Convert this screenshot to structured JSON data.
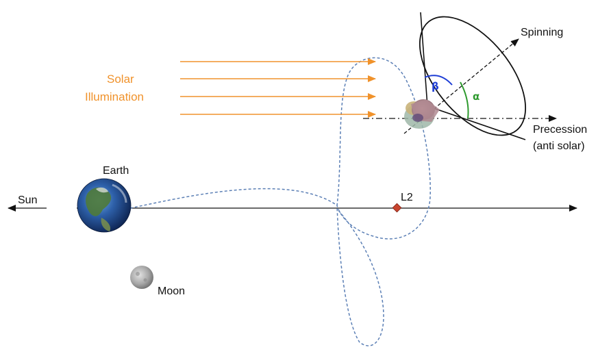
{
  "labels": {
    "sun": "Sun",
    "earth": "Earth",
    "moon": "Moon",
    "l2": "L2",
    "solar_line1": "Solar",
    "solar_line2": "Illumination",
    "spinning": "Spinning",
    "precession_line1": "Precession",
    "precession_line2": "(anti solar)",
    "beta": "β",
    "alpha": "α"
  },
  "colors": {
    "solar": "#f0922b",
    "orbit": "#5b7fb5",
    "axis": "#111111",
    "l2_marker": "#c8452f",
    "beta_arc": "#1f3fd6",
    "alpha_arc": "#2e9a2e"
  }
}
